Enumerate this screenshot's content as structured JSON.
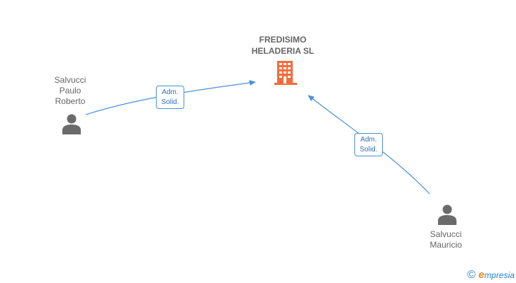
{
  "company": {
    "line1": "FREDISIMO",
    "line2": "HELADERIA SL",
    "icon": "building-icon",
    "color": "#f26d3d"
  },
  "people": [
    {
      "lines": [
        "Salvucci",
        "Paulo",
        "Roberto"
      ],
      "icon": "person-icon"
    },
    {
      "lines": [
        "Salvucci",
        "Mauricio"
      ],
      "icon": "person-icon"
    }
  ],
  "relations": [
    {
      "from": "Salvucci Paulo Roberto",
      "to": "FREDISIMO HELADERIA SL",
      "line1": "Adm.",
      "line2": "Solid."
    },
    {
      "from": "Salvucci Mauricio",
      "to": "FREDISIMO HELADERIA SL",
      "line1": "Adm.",
      "line2": "Solid."
    }
  ],
  "brand": {
    "copyright": "©",
    "first_letter": "e",
    "rest": "mpresia"
  },
  "colors": {
    "edge": "#4a90d9",
    "person": "#6b6b6b",
    "text": "#666666"
  }
}
